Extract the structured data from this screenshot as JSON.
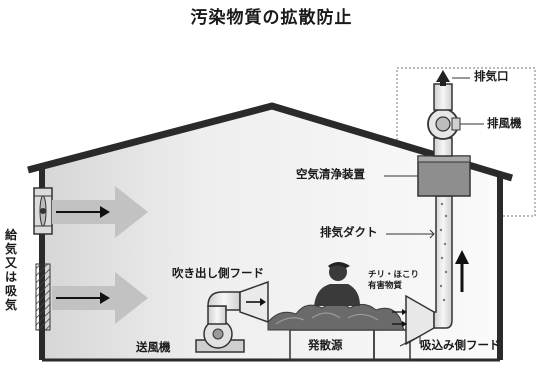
{
  "title": "汚染物質の拡散防止",
  "labels": {
    "exhaust_port": "排気口",
    "exhaust_fan": "排風機",
    "air_purifier": "空気清浄装置",
    "exhaust_duct": "排気ダクト",
    "blower_hood": "吹き出し側フード",
    "supply_or_intake": "給気又は吸気",
    "dust_line1": "チリ・ほこり",
    "dust_line2": "有害物質",
    "blower": "送風機",
    "source": "発散源",
    "suction_hood": "吸込み側フード"
  },
  "colors": {
    "outline": "#333333",
    "room_fill": "#f4f4f4",
    "airflow_arrow": "#bdbdbd",
    "duct_fill": "#ededed",
    "purifier_fill": "#8c8c8c",
    "source_fill": "#5a5a5a",
    "dotted_box": "#777777"
  }
}
